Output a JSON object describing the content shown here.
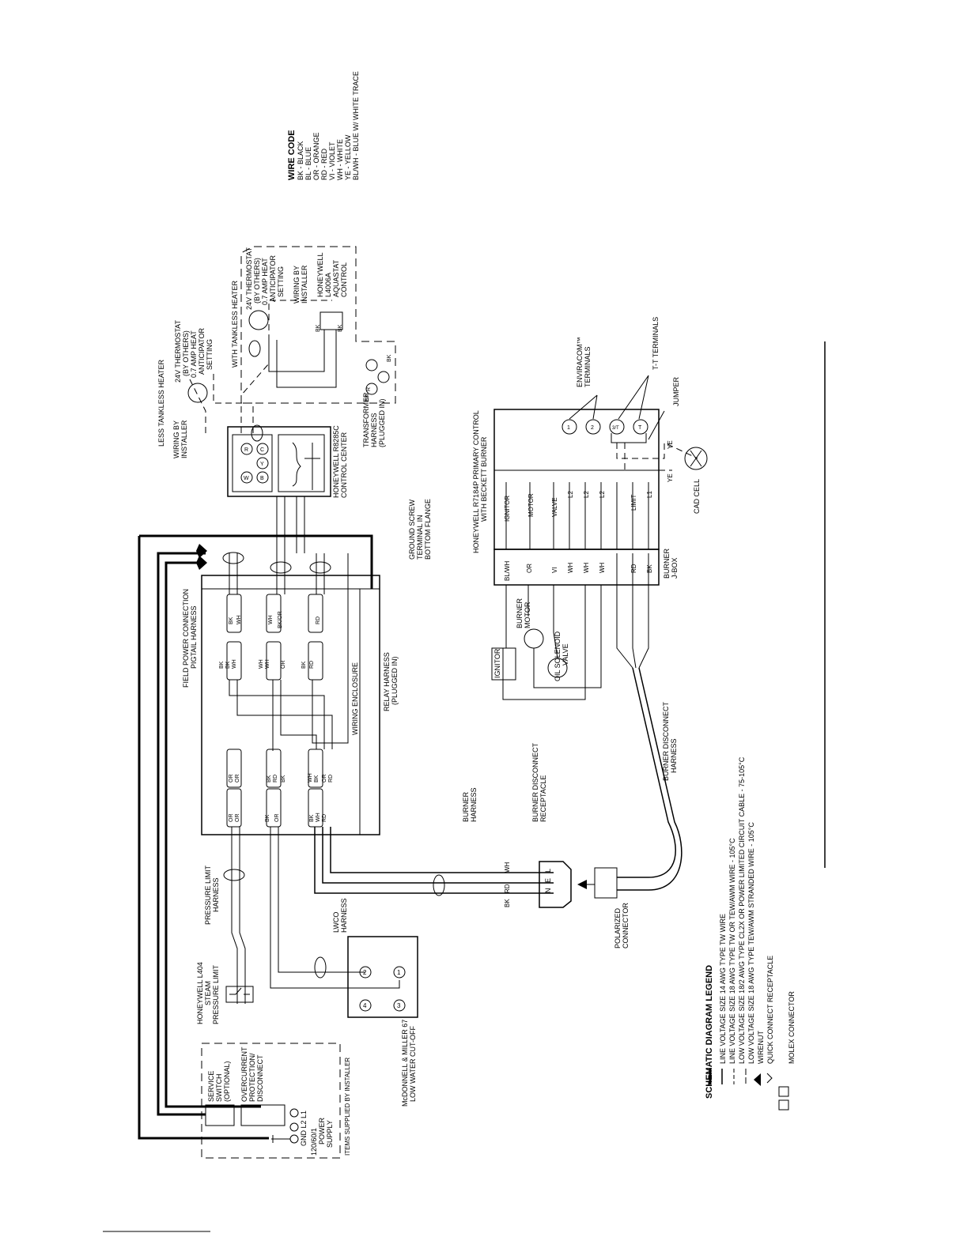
{
  "wire_code": {
    "title": "WIRE CODE",
    "entries": [
      "BK - BLACK",
      "BL - BLUE",
      "OR - ORANGE",
      "RD - RED",
      "VI - VIOLET",
      "WH - WHITE",
      "YE - YELLOW",
      "BL/WH - BLUE W/ WHITE TRACE"
    ]
  },
  "tankless": {
    "less_title": "LESS TANKLESS HEATER",
    "with_title": "WITH TANKLESS HEATER",
    "thermostat_1": [
      "24V THERMOSTAT",
      "(BY OTHERS)",
      "0.7 AMP HEAT",
      "ANTICIPATOR",
      "SETTING"
    ],
    "thermostat_2": [
      "24V THERMOSTAT",
      "(BY OTHERS)",
      "0.7 AMP HEAT",
      "ANTICIPATOR",
      "SETTING"
    ],
    "wiring_by_installer_1": [
      "WIRING BY",
      "INSTALLER"
    ],
    "wiring_by_installer_2": [
      "WIRING BY",
      "INSTALLER"
    ],
    "aquastat": [
      "HONEYWELL",
      "L4006A",
      "AQUASTAT",
      "CONTROL"
    ],
    "control_center": [
      "HONEYWELL R8285C",
      "CONTROL CENTER"
    ],
    "transformer_harness": [
      "TRANSFORMER",
      "HARNESS",
      "(PLUGGED IN)"
    ],
    "ground_screw": [
      "GROUND SCREW",
      "TERMINAL IN",
      "BOTTOM FLANGE"
    ]
  },
  "primary_control": {
    "title": [
      "HONEYWELL R7184P PRIMARY CONTROL",
      "WITH BECKETT BURNER"
    ],
    "terminals": [
      "IGNITOR",
      "MOTOR",
      "VALVE",
      "L2",
      "L2",
      "L2",
      "LIMIT",
      "L1"
    ],
    "envirocom": [
      "ENVIRACOM™",
      "TERMINALS"
    ],
    "tt_terminals": "T-T TERMINALS",
    "jumper": "JUMPER",
    "cad_cell": "CAD CELL",
    "ye_1": "YE",
    "ye_2": "YE",
    "circle_labels": [
      "1",
      "2",
      "3/T",
      "T"
    ]
  },
  "burner_jbox": {
    "title": [
      "BURNER",
      "J-BOX"
    ],
    "wires": [
      "BL/WH",
      "OR",
      "VI",
      "WH",
      "WH",
      "WH",
      "RD",
      "BK"
    ],
    "ignitor": "IGNITOR",
    "burner_motor": [
      "BURNER",
      "MOTOR"
    ],
    "oil_valve": [
      "OIL SOLENOID",
      "VALVE"
    ]
  },
  "enclosure": {
    "field_power": [
      "FIELD POWER CONNECTION",
      "PIGTAIL HARNESS"
    ],
    "wiring_enclosure": "WIRING ENCLOSURE",
    "relay_harness": [
      "RELAY HARNESS",
      "(PLUGGED IN)"
    ]
  },
  "burner_harness": [
    "BURNER",
    "HARNESS"
  ],
  "burner_disconnect_receptacle": [
    "BURNER DISCONNECT",
    "RECEPTACLE"
  ],
  "burner_disconnect_harness": [
    "BURNER DISCONNECT",
    "HARNESS"
  ],
  "polarized_connector": [
    "POLARIZED",
    "CONNECTOR"
  ],
  "connector_pins": [
    "L",
    "E",
    "N"
  ],
  "connector_wires": [
    "BK",
    "RD",
    "WH"
  ],
  "pressure_limit": {
    "harness": [
      "PRESSURE LIMIT",
      "HARNESS"
    ],
    "device": [
      "HONEYWELL L404",
      "STEAM",
      "PRESSURE LIMIT"
    ]
  },
  "lwco": {
    "harness": [
      "LWCO",
      "HARNESS"
    ],
    "device": [
      "McDONNELL & MILLER 67",
      "LOW WATER CUT-OFF"
    ],
    "terminals": [
      "1",
      "2",
      "3",
      "4"
    ]
  },
  "installer_box": {
    "service_switch": [
      "SERVICE",
      "SWITCH",
      "(OPTIONAL)"
    ],
    "overcurrent": [
      "OVERCURRENT",
      "PROTECTION/",
      "DISCONNECT"
    ],
    "power_supply": [
      "120/60/1",
      "POWER",
      "SUPPLY"
    ],
    "terminals": "GND L2 L1",
    "footer": "ITEMS SUPPLIED BY INSTALLER"
  },
  "legend": {
    "title": "SCHEMATIC DIAGRAM LEGEND",
    "items": [
      "LINE VOLTAGE SIZE 14 AWG TYPE TW WIRE",
      "LINE VOLTAGE SIZE 18 AWG TYPE TW OR TEW/AWM WIRE - 105°C",
      "LOW VOLTAGE SIZE 18/2 AWG TYPE CL2X OR POWER LIMITED CIRCUIT CABLE - 75-105°C",
      "LOW VOLTAGE SIZE 18 AWG TYPE TEW/AWM STRANDED WIRE - 105°C",
      "WIRENUT",
      "QUICK CONNECT RECEPTACLE",
      "MOLEX CONNECTOR"
    ]
  },
  "wire_labels": {
    "pigtail": [
      "BK",
      "WH",
      "WH",
      "BK/OR",
      "RD"
    ],
    "relay_left": [
      "BK",
      "BK",
      "WH",
      "WH",
      "WH",
      "OR",
      "BK",
      "RD"
    ],
    "relay_right": [
      "OR",
      "OR",
      "BK",
      "RD",
      "BK",
      "WH",
      "BK",
      "OR",
      "RD"
    ],
    "bottom_plugs": [
      "OR",
      "OR",
      "BK",
      "OR",
      "BK",
      "WH",
      "RD"
    ],
    "aquastat_wires": [
      "BK",
      "BK",
      "BK",
      "R",
      "BK"
    ],
    "control_center_terms": [
      "R",
      "C",
      "W",
      "B",
      "Y"
    ]
  }
}
